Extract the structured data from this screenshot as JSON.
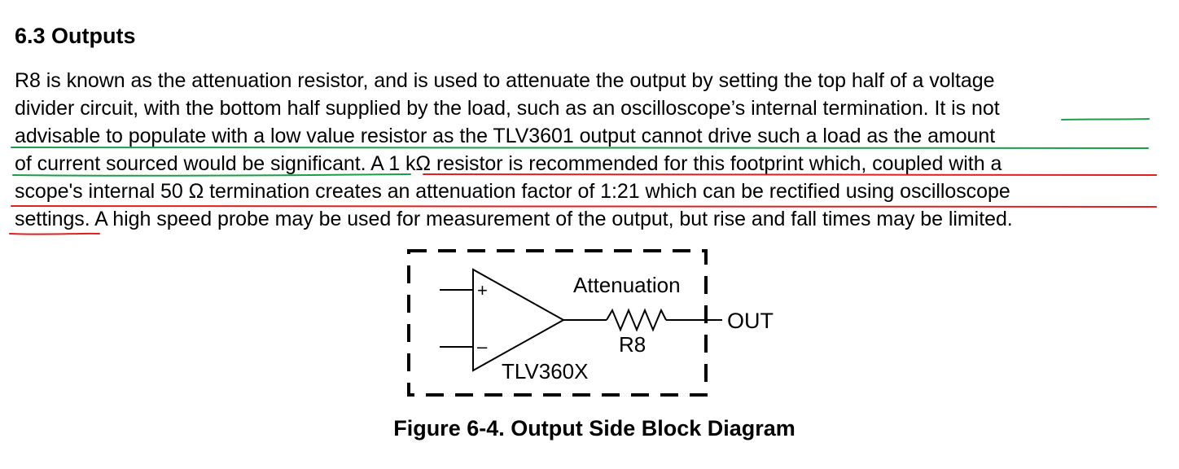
{
  "section": {
    "heading": "6.3 Outputs",
    "paragraph_lines": [
      "R8 is known as the attenuation resistor, and is used to attenuate the output by setting the top half of a voltage",
      "divider circuit, with the bottom half supplied by the load, such as an oscilloscope’s internal termination. It is not",
      "advisable to populate with a low value resistor as the TLV3601 output cannot drive such a load as the amount",
      "of current sourced would be significant. A 1 kΩ resistor is recommended for this footprint which, coupled with a",
      "scope's internal 50 Ω termination creates an attenuation factor of 1:21 which can be rectified using oscilloscope",
      "settings. A high speed probe may be used for measurement of the output, but rise and fall times may be limited."
    ]
  },
  "annotations": {
    "green_underline_color": "#1a9e4a",
    "red_underline_color": "#e02020"
  },
  "diagram": {
    "plus_sign": "+",
    "minus_sign": "–",
    "resistor_function_label": "Attenuation",
    "resistor_label": "R8",
    "output_label": "OUT",
    "amplifier_label": "TLV360X"
  },
  "figure": {
    "caption": "Figure 6-4. Output Side Block Diagram"
  }
}
